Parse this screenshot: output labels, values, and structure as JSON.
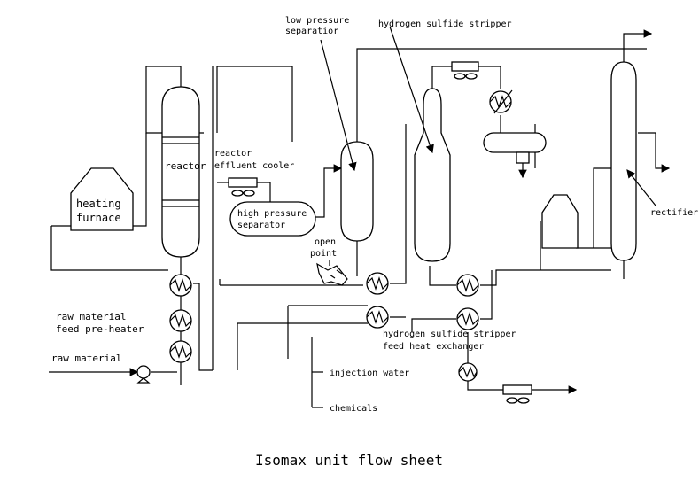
{
  "labels": {
    "low_pressure_separator": [
      "low pressure",
      "separatior"
    ],
    "hydrogen_sulfide_stripper": "hydrogen sulfide stripper",
    "reactor": "reactor",
    "reactor_effluent_cooler": [
      "reactor",
      "effluent cooler"
    ],
    "heating_furnace": [
      "heating",
      "furnace"
    ],
    "high_pressure_separator": [
      "high pressure",
      "separator"
    ],
    "open_point": [
      "open",
      "point"
    ],
    "rectifier": "rectifier",
    "raw_material_feed_preheater": [
      "raw material",
      "feed pre-heater"
    ],
    "raw_material": "raw material",
    "h2s_feed_heat_exchanger": [
      "hydrogen sulfide stripper",
      "feed heat exchanger"
    ],
    "injection_water": "injection water",
    "chemicals": "chemicals"
  },
  "caption": "Isomax unit flow sheet"
}
